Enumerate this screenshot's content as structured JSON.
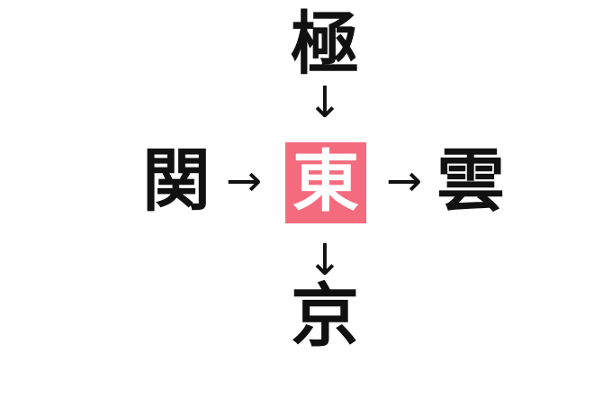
{
  "puzzle": {
    "description": "kanji compound-word fill puzzle",
    "center": {
      "char": "東",
      "bg_color": "#F56B7E",
      "text_color": "#FFFFFF"
    },
    "top": {
      "char": "極"
    },
    "left": {
      "char": "関"
    },
    "right": {
      "char": "雲"
    },
    "bottom": {
      "char": "京"
    },
    "arrows": {
      "top_to_center": "↓",
      "left_to_center": "→",
      "center_to_right": "→",
      "center_to_bottom": "↓"
    },
    "colors": {
      "background": "#FFFFFF",
      "ink": "#111111"
    }
  }
}
